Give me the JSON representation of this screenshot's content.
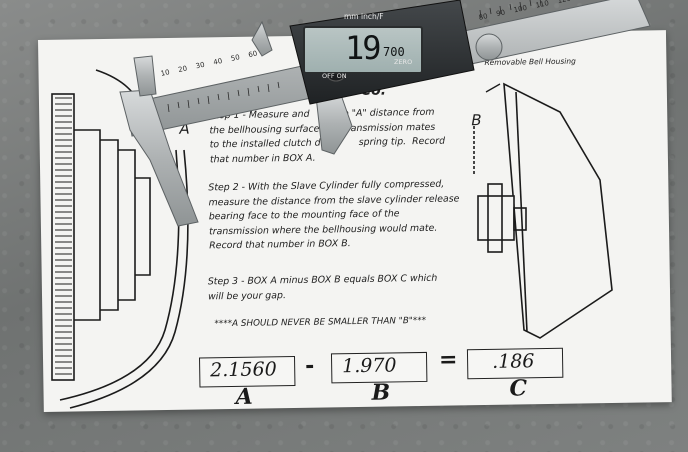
{
  "instructions": {
    "header_fragment": "Co.",
    "bell_housing_label": "Removable Bell Housing",
    "step1": "Step 1 - Measure and        the \"A\" distance from\nthe bellhousing surface        transmission mates\nto the installed clutch diap        spring tip.  Record\nthat number in BOX A.",
    "step2": "Step 2 - With the Slave Cylinder fully compressed,\nmeasure the distance from the slave cylinder release\nbearing face to the mounting face of the\ntransmission where the bellhousing would mate.\nRecord that number in BOX B.",
    "step3": "Step 3 - BOX A minus BOX B equals BOX C which\nwill be your gap.",
    "warning": "****A SHOULD NEVER BE SMALLER THAN \"B\"***",
    "diagram_label_a": "A",
    "diagram_label_b": "B"
  },
  "boxes": [
    {
      "label": "A",
      "value": "2.1560"
    },
    {
      "label": "B",
      "value": "1.970"
    },
    {
      "label": "C",
      "value": ".186"
    }
  ],
  "operators": {
    "minus": "-",
    "equals": "="
  },
  "caliper": {
    "display_value": "19",
    "display_small": "700",
    "unit_labels": "mm   inch/F",
    "off_on_label": "OFF    ON",
    "zero_label": "ZERO",
    "scale_numbers": [
      "10",
      "20",
      "30",
      "40",
      "50",
      "60",
      "80",
      "90",
      "100",
      "110",
      "120",
      "130"
    ]
  },
  "colors": {
    "paper": "#f4f4f2",
    "caliper_metal": "#b8bcbd",
    "caliper_body": "#2c2f31",
    "lcd": "#aebdbc",
    "concrete": "#7c7f7e"
  }
}
